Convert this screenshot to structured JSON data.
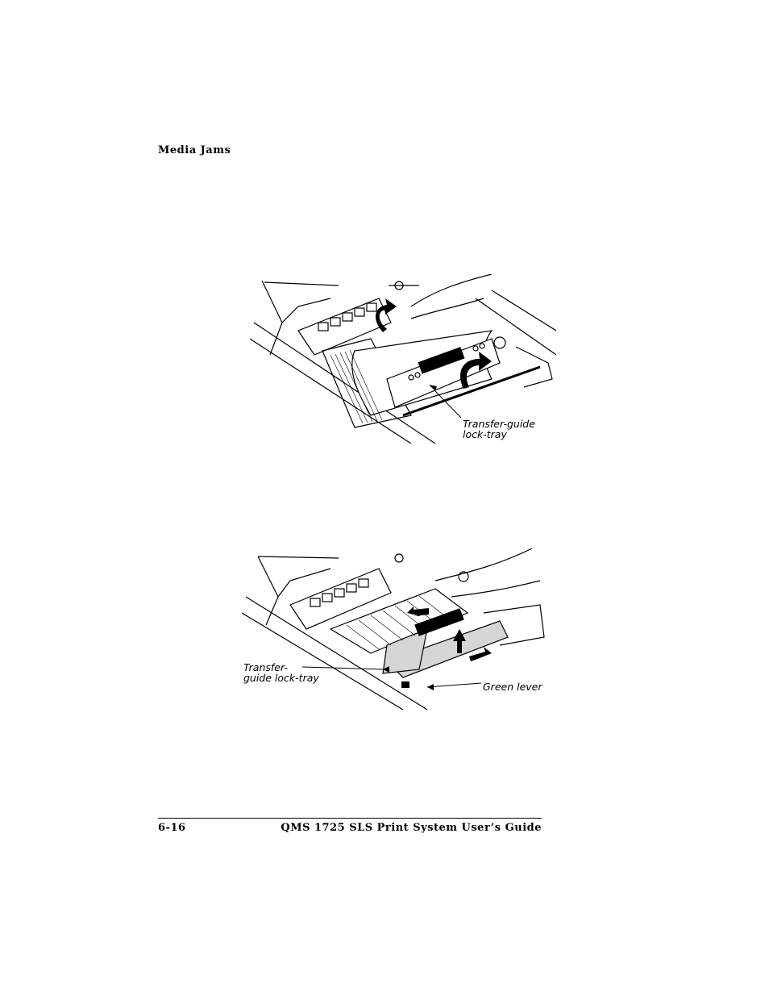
{
  "header": {
    "section_title": "Media Jams"
  },
  "figures": [
    {
      "callouts": [
        "Transfer-guide\nlock-tray"
      ]
    },
    {
      "callouts": [
        "Transfer-\nguide lock-tray",
        "Green lever"
      ]
    }
  ],
  "footer": {
    "page_number": "6-16",
    "book_title": "QMS 1725 SLS Print System User’s Guide"
  }
}
